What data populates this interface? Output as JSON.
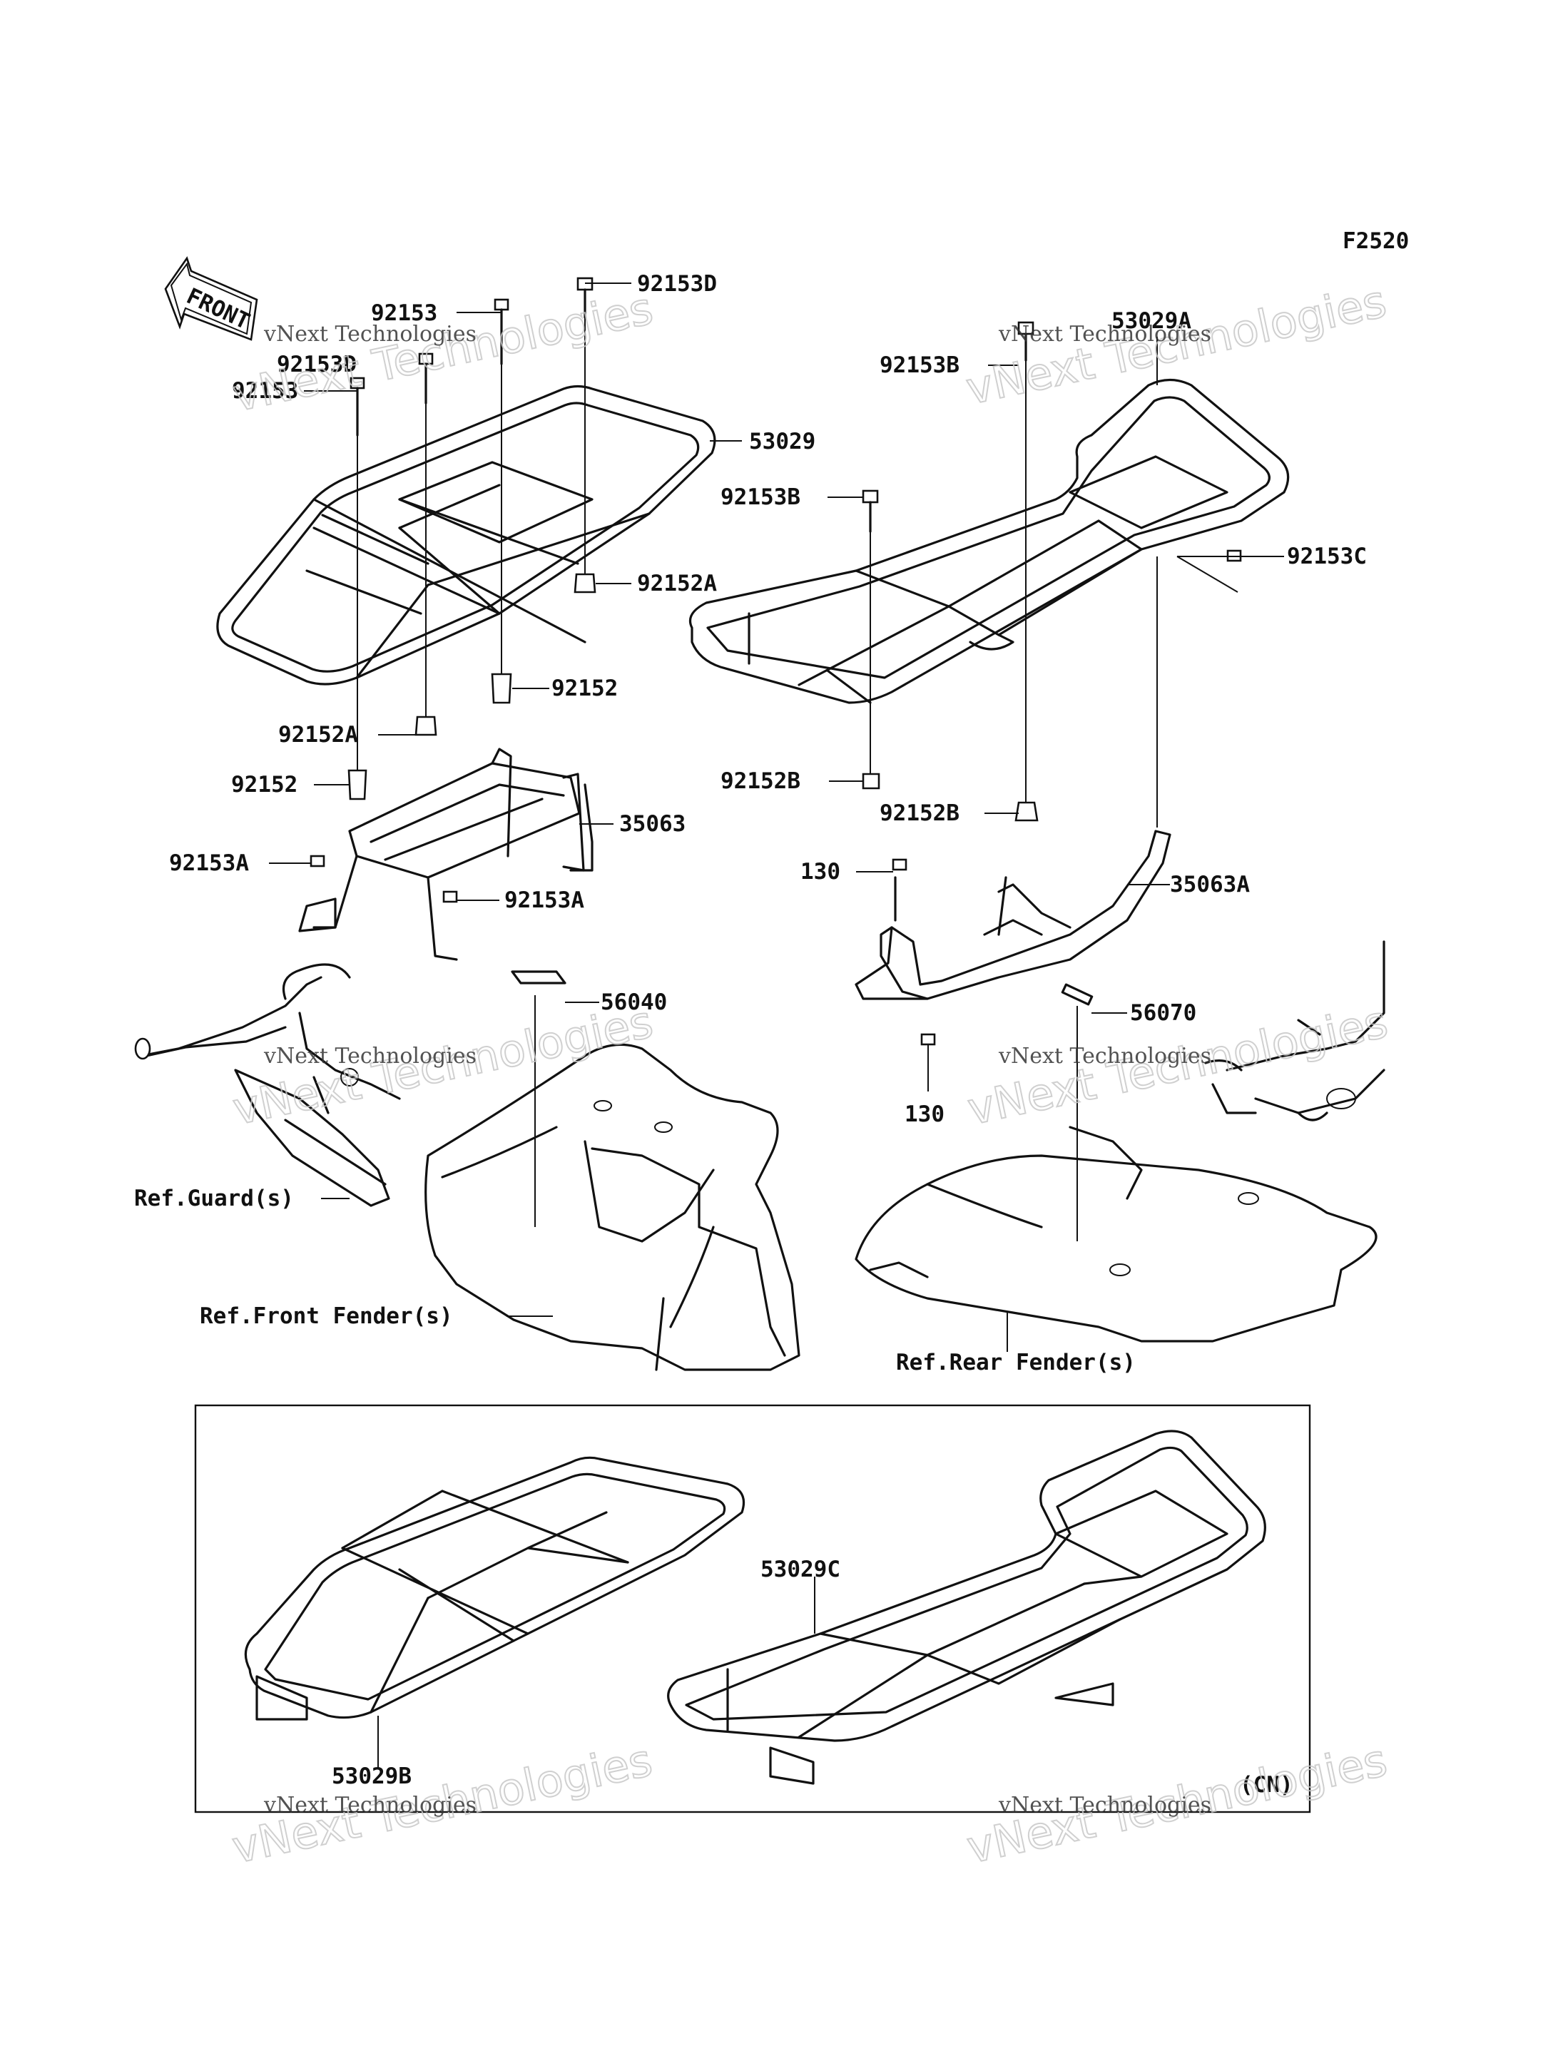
{
  "figure_code": "F2520",
  "front_label": "FRONT",
  "parts": {
    "p92153_top": "92153",
    "p92153D_top": "92153D",
    "p92153D_mid": "92153D",
    "p92153_mid": "92153",
    "p53029": "53029",
    "p92152A_r": "92152A",
    "p92152_r": "92152",
    "p92152A_l": "92152A",
    "p92152_l": "92152",
    "p35063": "35063",
    "p92153A_l": "92153A",
    "p92153A_r": "92153A",
    "p56040": "56040",
    "p53029A": "53029A",
    "p92153B_top": "92153B",
    "p92153B_mid": "92153B",
    "p92153C": "92153C",
    "p92152B_l": "92152B",
    "p92152B_r": "92152B",
    "p130_top": "130",
    "p35063A": "35063A",
    "p56070": "56070",
    "p130_bot": "130",
    "p53029B": "53029B",
    "p53029C": "53029C"
  },
  "references": {
    "guard": "Ref.Guard(s)",
    "front_fender": "Ref.Front Fender(s)",
    "rear_fender": "Ref.Rear Fender(s)"
  },
  "region_note": "(CN)",
  "watermark": {
    "line1": "vNext Technologies",
    "line2": "vNext Technologies"
  }
}
